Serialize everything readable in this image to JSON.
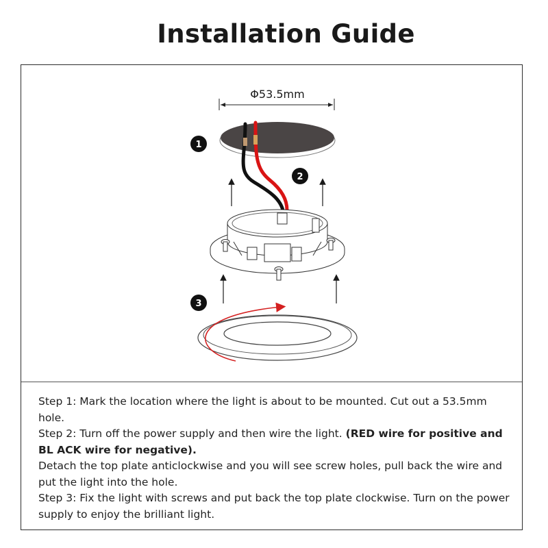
{
  "title": "Installation Guide",
  "diagram": {
    "dimension_label": "Φ53.5mm",
    "markers": [
      "1",
      "2",
      "3"
    ]
  },
  "steps": {
    "step1": "Step 1: Mark the location where the light is about to be mounted. Cut out a 53.5mm hole.",
    "step2_prefix": "Step 2: Turn off the power supply and then wire the light. ",
    "step2_bold": "(RED wire for positive and BL ACK wire for negative).",
    "step2_detail": "Detach the top plate anticlockwise and you will see screw holes, pull back the wire and put the light into the hole.",
    "step3": "Step 3: Fix the light with screws and put back the top plate clockwise. Turn on the power supply to enjoy the brilliant light."
  },
  "colors": {
    "red_wire": "#d91414",
    "black_wire": "#111111",
    "ceiling_disc": "#4a4545",
    "arrow_red": "#d42020"
  }
}
